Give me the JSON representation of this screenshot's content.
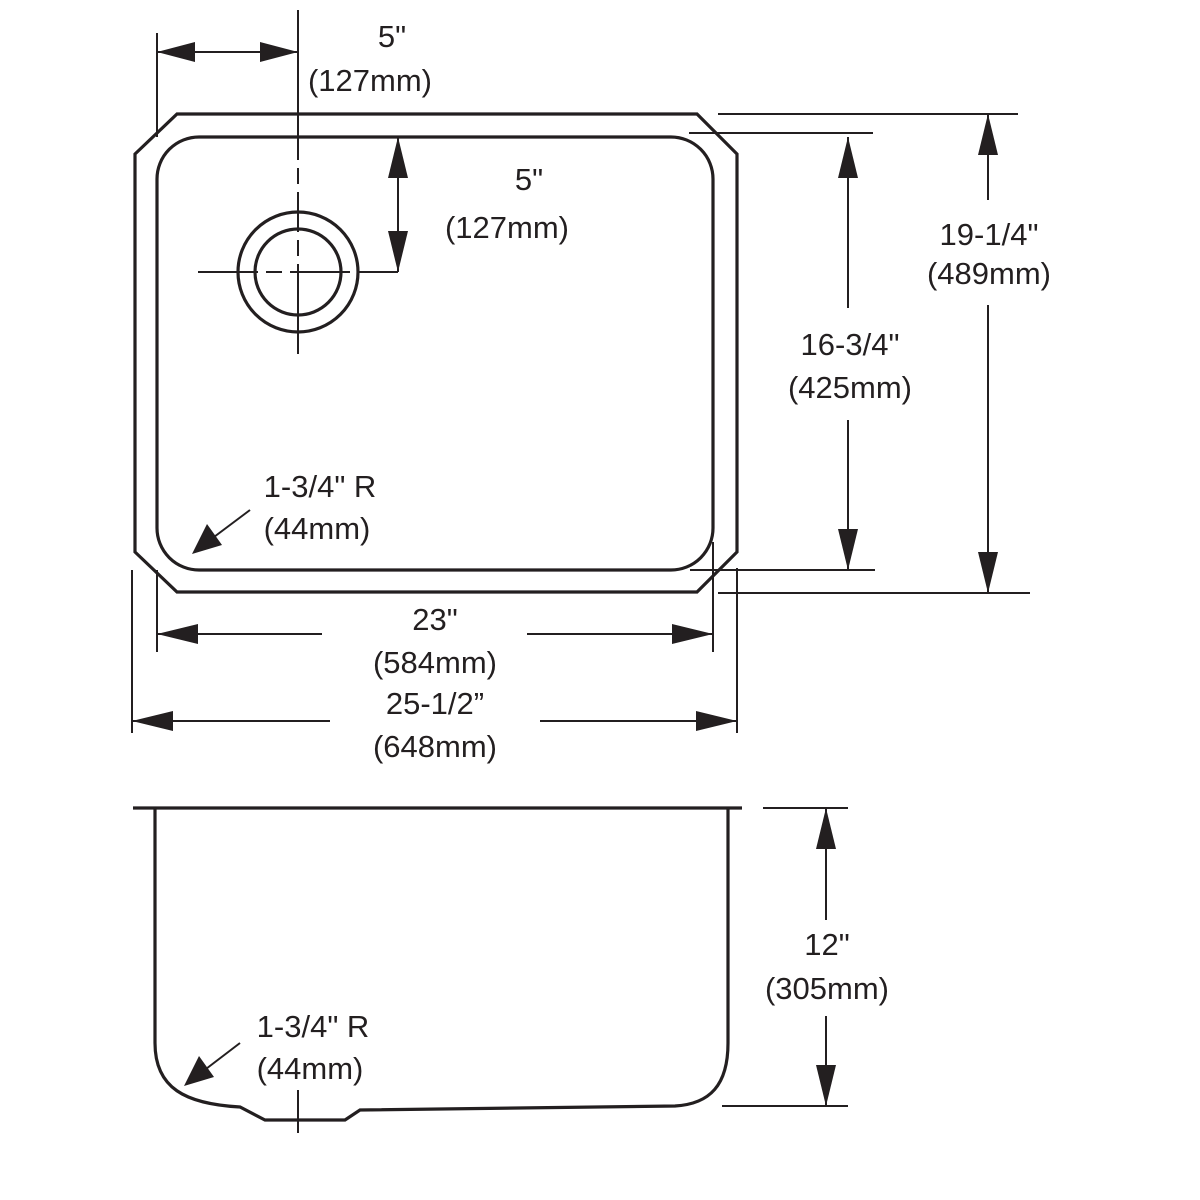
{
  "top_view": {
    "drain_offset_horizontal": {
      "inches": "5\"",
      "mm": "(127mm)"
    },
    "drain_offset_vertical": {
      "inches": "5\"",
      "mm": "(127mm)"
    },
    "inside_depth_front_to_back": {
      "inches": "16-3/4\"",
      "mm": "(425mm)"
    },
    "overall_depth_front_to_back": {
      "inches": "19-1/4\"",
      "mm": "(489mm)"
    },
    "corner_radius": {
      "inches": "1-3/4\" R",
      "mm": "(44mm)"
    },
    "inside_width": {
      "inches": "23\"",
      "mm": "(584mm)"
    },
    "overall_width": {
      "inches": "25-1/2”",
      "mm": "(648mm)"
    }
  },
  "side_view": {
    "bowl_depth": {
      "inches": "12\"",
      "mm": "(305mm)"
    },
    "corner_radius": {
      "inches": "1-3/4\" R",
      "mm": "(44mm)"
    }
  },
  "colors": {
    "line": "#231f20",
    "background": "#ffffff"
  }
}
